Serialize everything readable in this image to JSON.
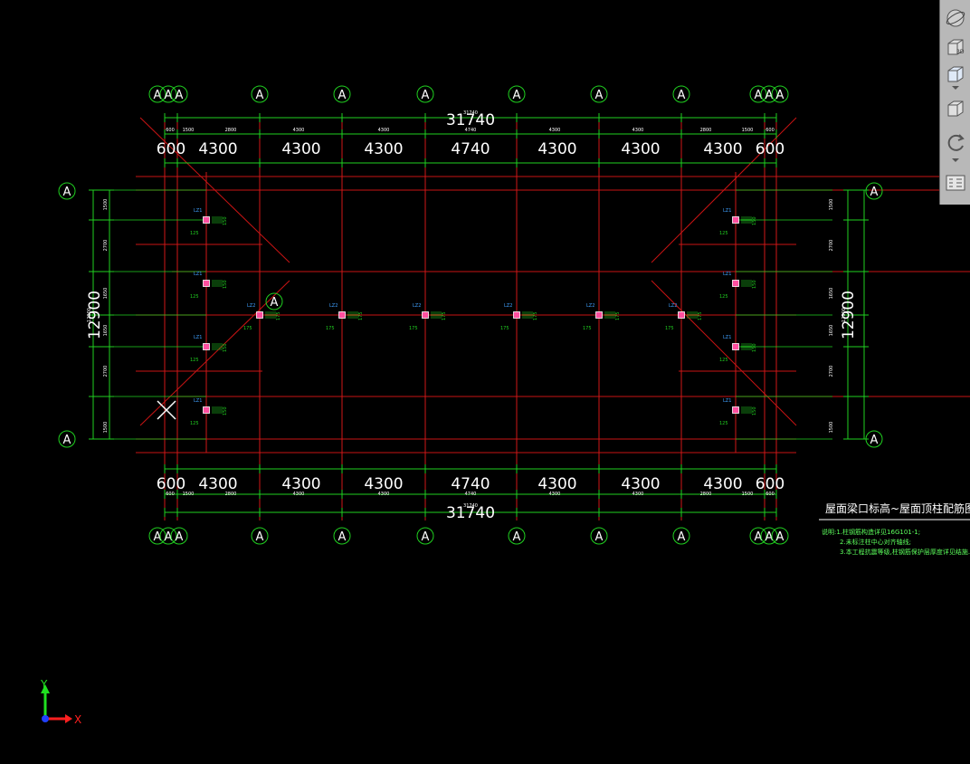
{
  "drawing": {
    "title": "屋面梁口标高~屋面顶柱配筋图",
    "notes": [
      "说明:1.柱钢筋构造详见16G101-1;",
      "2.未标注柱中心对齐轴线;",
      "3.本工程抗震等级,柱钢筋保护层厚度详见结施."
    ],
    "overall_dim": "31740",
    "overall_dim_small": "31740",
    "overall_height": "12900",
    "overall_height_small": "12900",
    "bay_dims": [
      "600",
      "4300",
      "4300",
      "4300",
      "4740",
      "4300",
      "4300",
      "4300",
      "600"
    ],
    "detail_dims": [
      "600",
      "1500",
      "2800",
      "4300",
      "4300",
      "4740",
      "4300",
      "4300",
      "2800",
      "1500",
      "600"
    ],
    "side_dims": [
      "1500",
      "2700",
      "1650",
      "1650",
      "2700",
      "1500"
    ],
    "axis_bubble_label": "A",
    "column_tags": {
      "edge": "LZ1",
      "mid": "LZ2"
    },
    "column_dims": {
      "a": "125",
      "b": "150",
      "c": "175"
    }
  },
  "toolbar": {
    "buttons": [
      "orbit",
      "view-3d",
      "view-cube",
      "box",
      "refresh",
      "grid"
    ],
    "label_3d": "3D"
  },
  "ucs": {
    "x_label": "X",
    "y_label": "Y"
  },
  "colors": {
    "background": "#000000",
    "grid_lines": "#d01818",
    "dimensions": "#20d020",
    "bubbles": "#20d020",
    "text": "#ffffff",
    "columns": "#ff4fa0",
    "toolbar": "#b8b8b8"
  }
}
